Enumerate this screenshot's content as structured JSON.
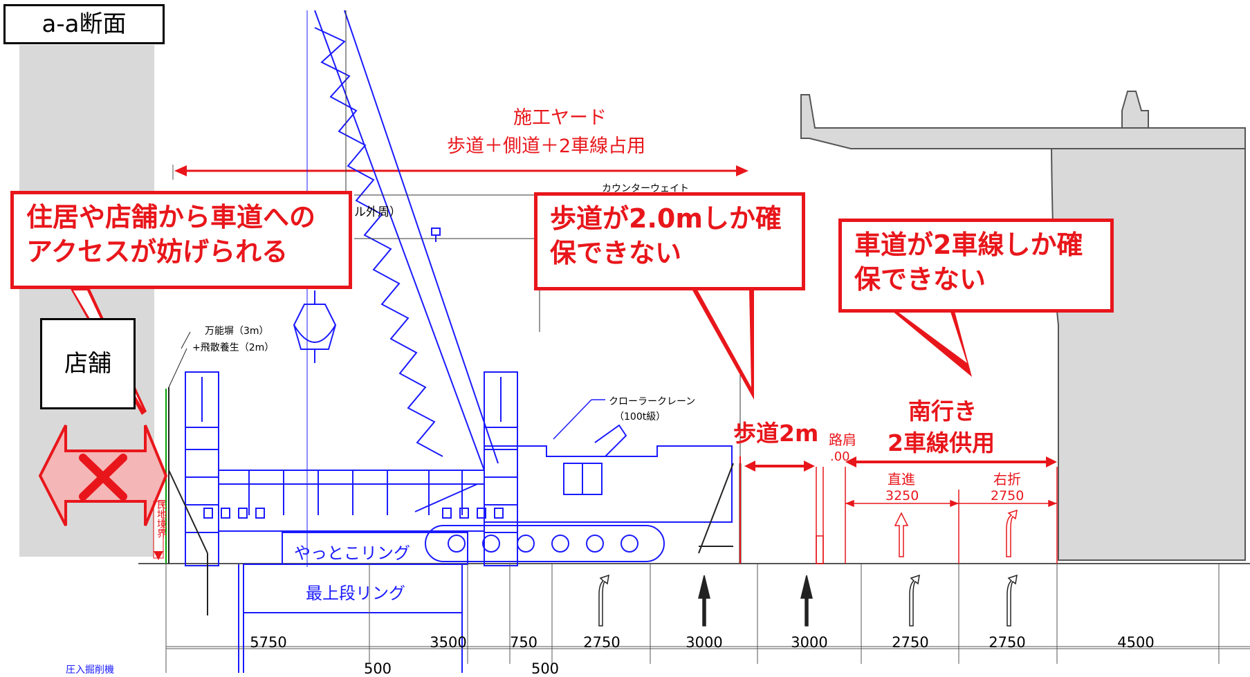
{
  "title": "a-a断面",
  "shop_label": "店舗",
  "yard": {
    "line1": "施工ヤード",
    "line2": "歩道＋側道＋2車線占用"
  },
  "callouts": {
    "access": [
      "住居や店舗から車道への",
      "アクセスが妨げられる"
    ],
    "sidewalk": [
      "歩道が2.0mしか確",
      "保できない"
    ],
    "roadway": [
      "車道が2車線しか確",
      "保できない"
    ]
  },
  "annotations": {
    "counterweight": "カウンターウェイト",
    "outer_partial": "ル外周）",
    "fence_1": "万能塀（3m）",
    "fence_2": "+飛散養生（2m）",
    "crane_1": "クローラークレーン",
    "crane_2": "（100t級）",
    "boundary": "民地境界",
    "yatto_ring": "やっとこリング",
    "top_ring": "最上段リング",
    "press_partial": "圧入掘削機"
  },
  "red_labels": {
    "sidewalk_2m": "歩道2m",
    "shoulder_partial": "路肩",
    "shoulder_dim_partial": ".00",
    "southbound_1": "南行き",
    "southbound_2": "2車線供用",
    "straight": "直進",
    "straight_dim": "3250",
    "right_turn": "右折",
    "right_turn_dim": "2750"
  },
  "dimensions": [
    "5750",
    "3500",
    "750",
    "2750",
    "3000",
    "3000",
    "2750",
    "2750",
    "4500"
  ],
  "bottom_dims": [
    "500",
    "500"
  ],
  "colors": {
    "accent_red": "#e8161b",
    "crane_blue": "#1a1aff",
    "concrete_gray": "#d9d9d9"
  }
}
